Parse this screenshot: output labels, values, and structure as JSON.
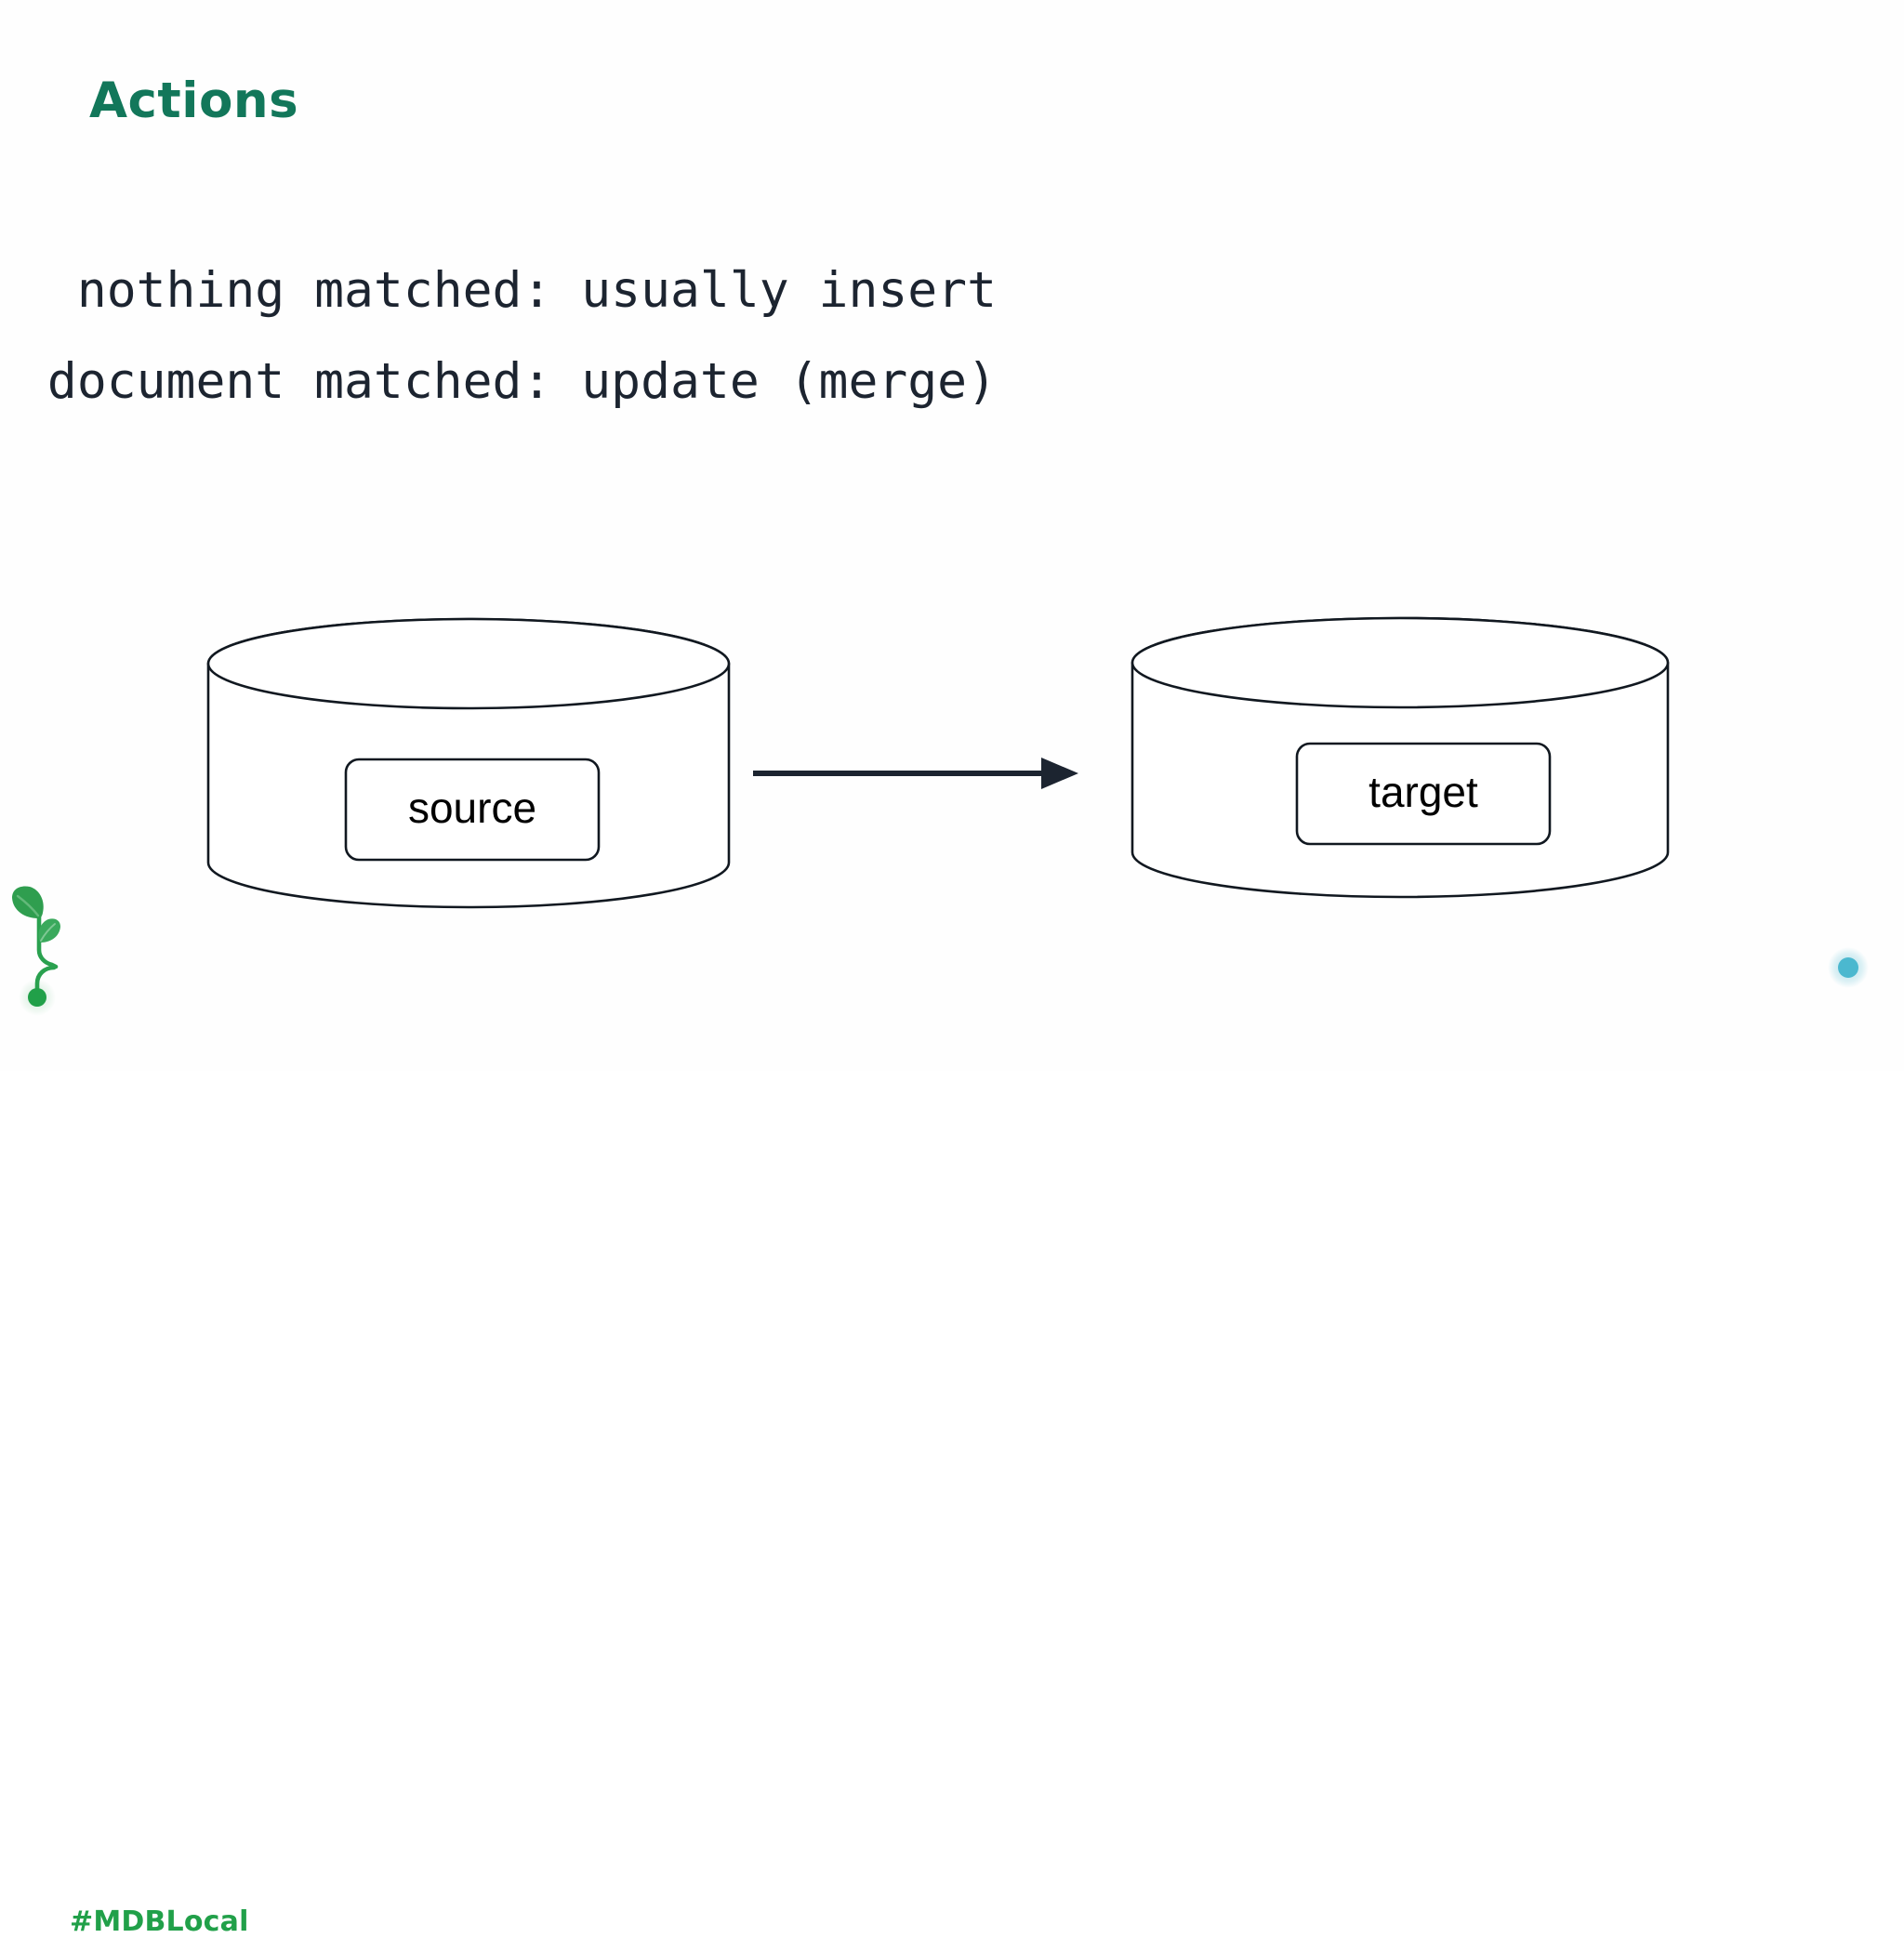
{
  "slide": {
    "title": "Actions",
    "title_color": "#12775a",
    "background_color": "#fefefe"
  },
  "body": {
    "lines": [
      "nothing matched: usually insert",
      "document matched: update (merge)"
    ],
    "text_color": "#1c2430"
  },
  "diagram": {
    "type": "flow",
    "source": {
      "label": "source",
      "shape": "cylinder"
    },
    "target": {
      "label": "target",
      "shape": "cylinder"
    },
    "arrow": {
      "direction": "left-to-right",
      "color": "#1c2430"
    },
    "stroke_color": "#111820",
    "fill_color": "#ffffff"
  },
  "footer": {
    "hashtag": "#MDBLocal",
    "hashtag_color": "#21a049",
    "sprout_icon": "sprout-icon",
    "line_start_color": "#22a05a",
    "line_end_color": "#61c6de",
    "end_dot_color": "#4bb8cf"
  }
}
